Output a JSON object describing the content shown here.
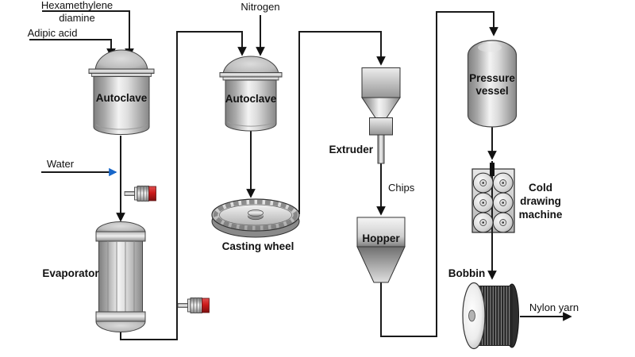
{
  "streams": {
    "hexamethylene_line1": "Hexamethylene",
    "hexamethylene_line2": "diamine",
    "adipic_acid": "Adipic acid",
    "water": "Water",
    "nitrogen": "Nitrogen",
    "chips": "Chips",
    "nylon_yarn": "Nylon yarn"
  },
  "equipment": {
    "autoclave1": "Autoclave",
    "autoclave2": "Autoclave",
    "evaporator": "Evaporator",
    "casting_wheel": "Casting wheel",
    "extruder": "Extruder",
    "hopper": "Hopper",
    "pressure_vessel_line1": "Pressure",
    "pressure_vessel_line2": "vessel",
    "cold_drawing_line1": "Cold",
    "cold_drawing_line2": "drawing",
    "cold_drawing_line3": "machine",
    "bobbin": "Bobbin"
  },
  "colors": {
    "pipe_black": "#1a1a1a",
    "water_arrow_blue": "#1766c9",
    "valve_cap_red": "#c41f1f"
  }
}
